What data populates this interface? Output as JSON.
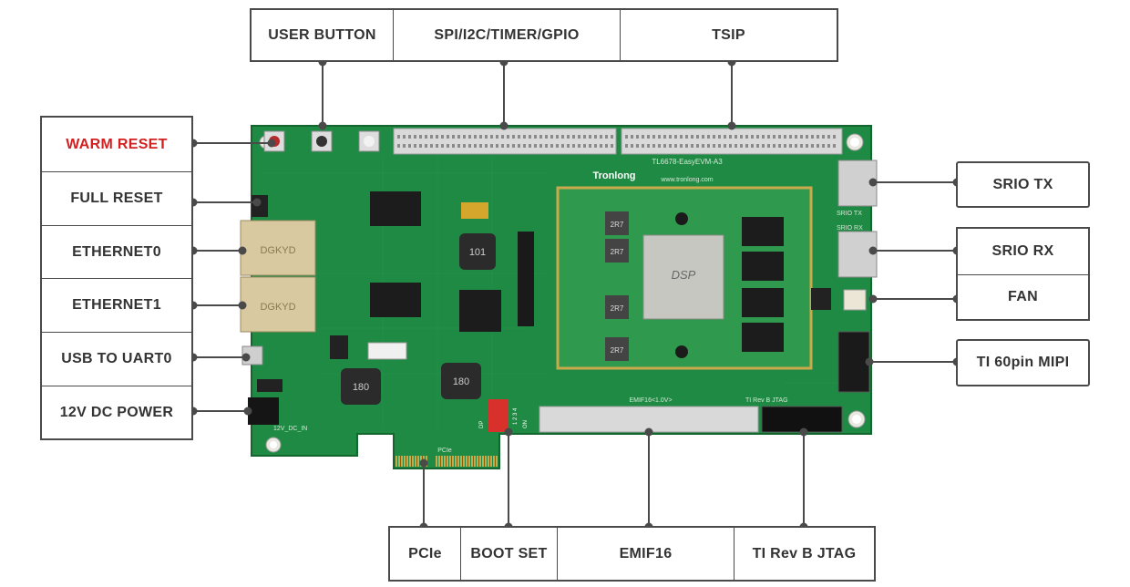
{
  "top_labels": {
    "user_button": "USER BUTTON",
    "spi_i2c_timer_gpio": "SPI/I2C/TIMER/GPIO",
    "tsip": "TSIP"
  },
  "left_labels": {
    "warm_reset": "WARM RESET",
    "full_reset": "FULL RESET",
    "ethernet0": "ETHERNET0",
    "ethernet1": "ETHERNET1",
    "usb_to_uart0": "USB TO UART0",
    "dc_power": "12V DC POWER"
  },
  "right_labels": {
    "srio_tx": "SRIO TX",
    "srio_rx": "SRIO RX",
    "fan": "FAN",
    "ti_60pin_mipi": "TI 60pin MIPI"
  },
  "bottom_labels": {
    "pcie": "PCIe",
    "boot_set": "BOOT SET",
    "emif16": "EMIF16",
    "jtag": "TI Rev B JTAG"
  },
  "board_text": {
    "brand": "Tronlong",
    "model": "TL6678-EasyEVM-A3",
    "site": "www.tronlong.com",
    "emif_silk": "EMIF16<1.0V>",
    "jtag_silk": "TI Rev B JTAG",
    "srio_tx_silk": "SRIO TX",
    "srio_rx_silk": "SRIO RX",
    "pcie_silk": "PCIe",
    "dc_silk": "12V_DC_IN",
    "dsp_marking": "DSP",
    "inductor_1": "2R7",
    "inductor_2": "2R7",
    "inductor_3": "2R7",
    "inductor_4": "2R7",
    "big_inductor_1": "101",
    "big_inductor_2": "180",
    "big_inductor_3": "180",
    "rj45_a": "DGKYD",
    "rj45_b": "DGKYD",
    "dip_on": "ON",
    "dip_dp": "DP",
    "dip_nums": "1 2 3 4"
  },
  "colors": {
    "pcb": "#1e8a44",
    "pcb_dark": "#176e35",
    "gold": "#c9a94b",
    "accent_red": "#d32020",
    "border": "#4a4a4a"
  }
}
